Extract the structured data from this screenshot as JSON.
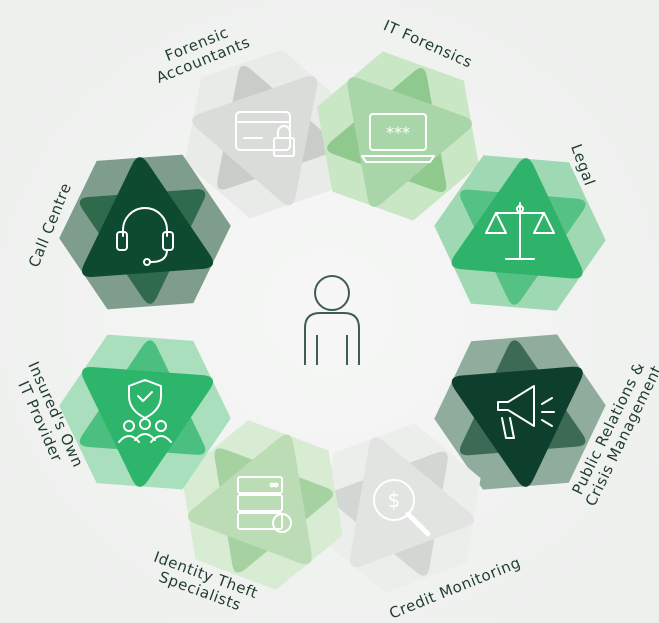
{
  "center": {
    "icon": "person-icon"
  },
  "segments": [
    {
      "id": "forensic-accountants",
      "label_lines": [
        "Forensic",
        "Accountants"
      ],
      "icon": "credit-card-lock-icon",
      "colors": {
        "main": "#d9dcd9",
        "light": "#e9ebe9",
        "dark": "#c9cdc9"
      }
    },
    {
      "id": "it-forensics",
      "label_lines": [
        "IT Forensics"
      ],
      "icon": "laptop-password-icon",
      "colors": {
        "main": "#a9d6a8",
        "light": "#c9e6c5",
        "dark": "#8fc98d"
      }
    },
    {
      "id": "legal",
      "label_lines": [
        "Legal"
      ],
      "icon": "scales-icon",
      "colors": {
        "main": "#2fb26a",
        "light": "#9fd9b4",
        "dark": "#55c184"
      }
    },
    {
      "id": "public-relations",
      "label_lines": [
        "Public Relations &",
        "Crisis Management"
      ],
      "icon": "megaphone-icon",
      "colors": {
        "main": "#0d3f2c",
        "light": "#8fac9c",
        "dark": "#3d6a55"
      }
    },
    {
      "id": "credit-monitoring",
      "label_lines": [
        "Credit Monitoring"
      ],
      "icon": "search-dollar-icon",
      "colors": {
        "main": "#e1e4e1",
        "light": "#eceeec",
        "dark": "#d3d7d3"
      }
    },
    {
      "id": "identity-theft",
      "label_lines": [
        "Identity Theft",
        "Specialists"
      ],
      "icon": "server-alert-icon",
      "colors": {
        "main": "#bcdcb6",
        "light": "#d8ecd4",
        "dark": "#a6d1a0"
      }
    },
    {
      "id": "insureds-it",
      "label_lines": [
        "Insured's Own",
        "IT Provider"
      ],
      "icon": "shield-team-icon",
      "colors": {
        "main": "#2db56b",
        "light": "#a9dfbd",
        "dark": "#4bbf7f"
      }
    },
    {
      "id": "call-centre",
      "label_lines": [
        "Call Centre"
      ],
      "icon": "headset-icon",
      "colors": {
        "main": "#0e4a30",
        "light": "#7f9d8c",
        "dark": "#2f6a4d"
      }
    }
  ]
}
